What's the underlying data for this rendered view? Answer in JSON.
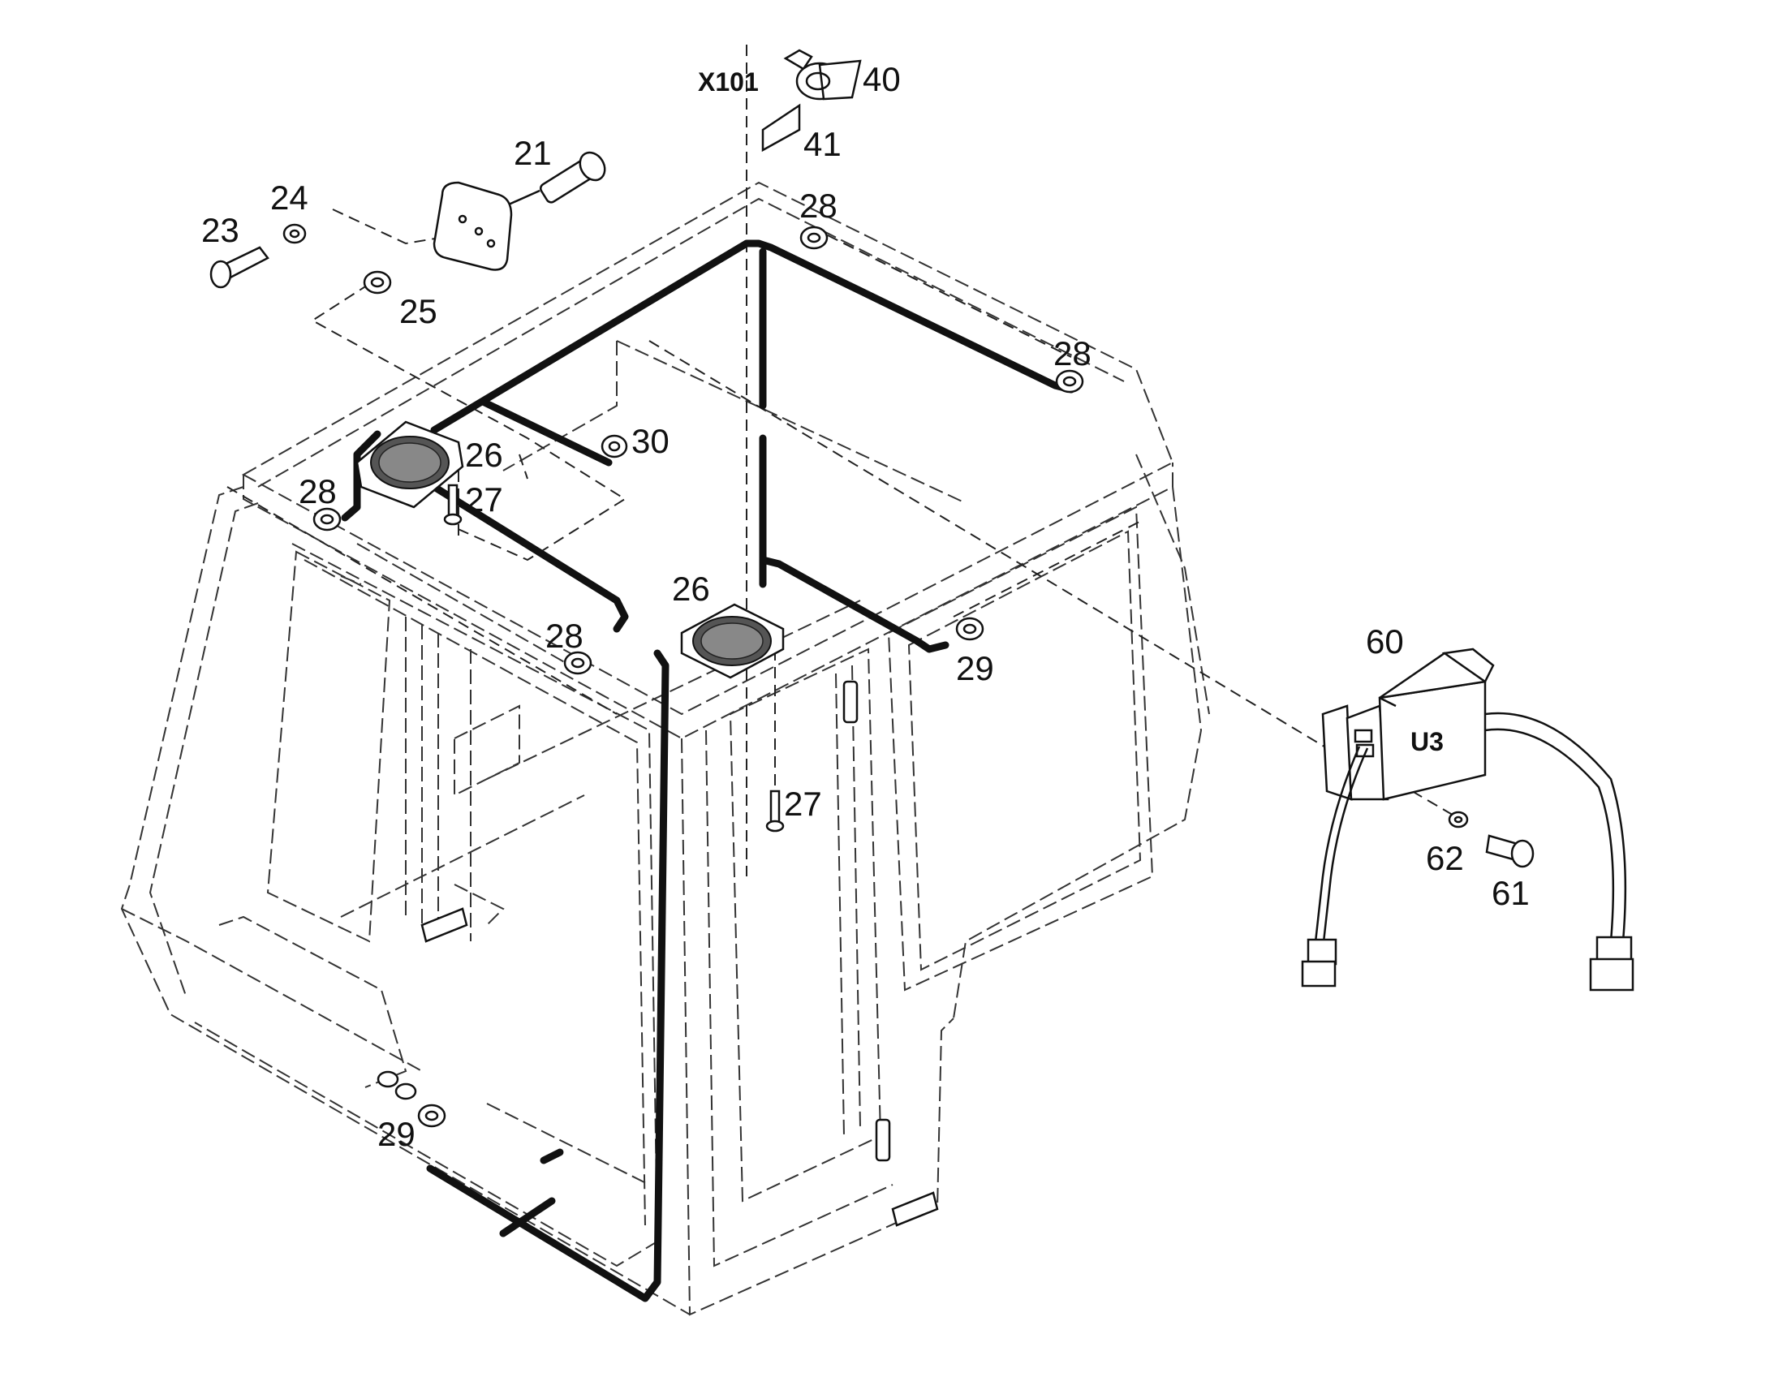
{
  "connector_label": "X101",
  "module_label": "U3",
  "callouts": [
    {
      "id": "c40",
      "text": "40"
    },
    {
      "id": "c41",
      "text": "41"
    },
    {
      "id": "c21",
      "text": "21"
    },
    {
      "id": "c24",
      "text": "24"
    },
    {
      "id": "c23",
      "text": "23"
    },
    {
      "id": "c25",
      "text": "25"
    },
    {
      "id": "c28a",
      "text": "28"
    },
    {
      "id": "c28b",
      "text": "28"
    },
    {
      "id": "c28c",
      "text": "28"
    },
    {
      "id": "c28d",
      "text": "28"
    },
    {
      "id": "c30",
      "text": "30"
    },
    {
      "id": "c26a",
      "text": "26"
    },
    {
      "id": "c27a",
      "text": "27"
    },
    {
      "id": "c26b",
      "text": "26"
    },
    {
      "id": "c29a",
      "text": "29"
    },
    {
      "id": "c27b",
      "text": "27"
    },
    {
      "id": "c29b",
      "text": "29"
    },
    {
      "id": "c60",
      "text": "60"
    },
    {
      "id": "c62",
      "text": "62"
    },
    {
      "id": "c61",
      "text": "61"
    }
  ]
}
